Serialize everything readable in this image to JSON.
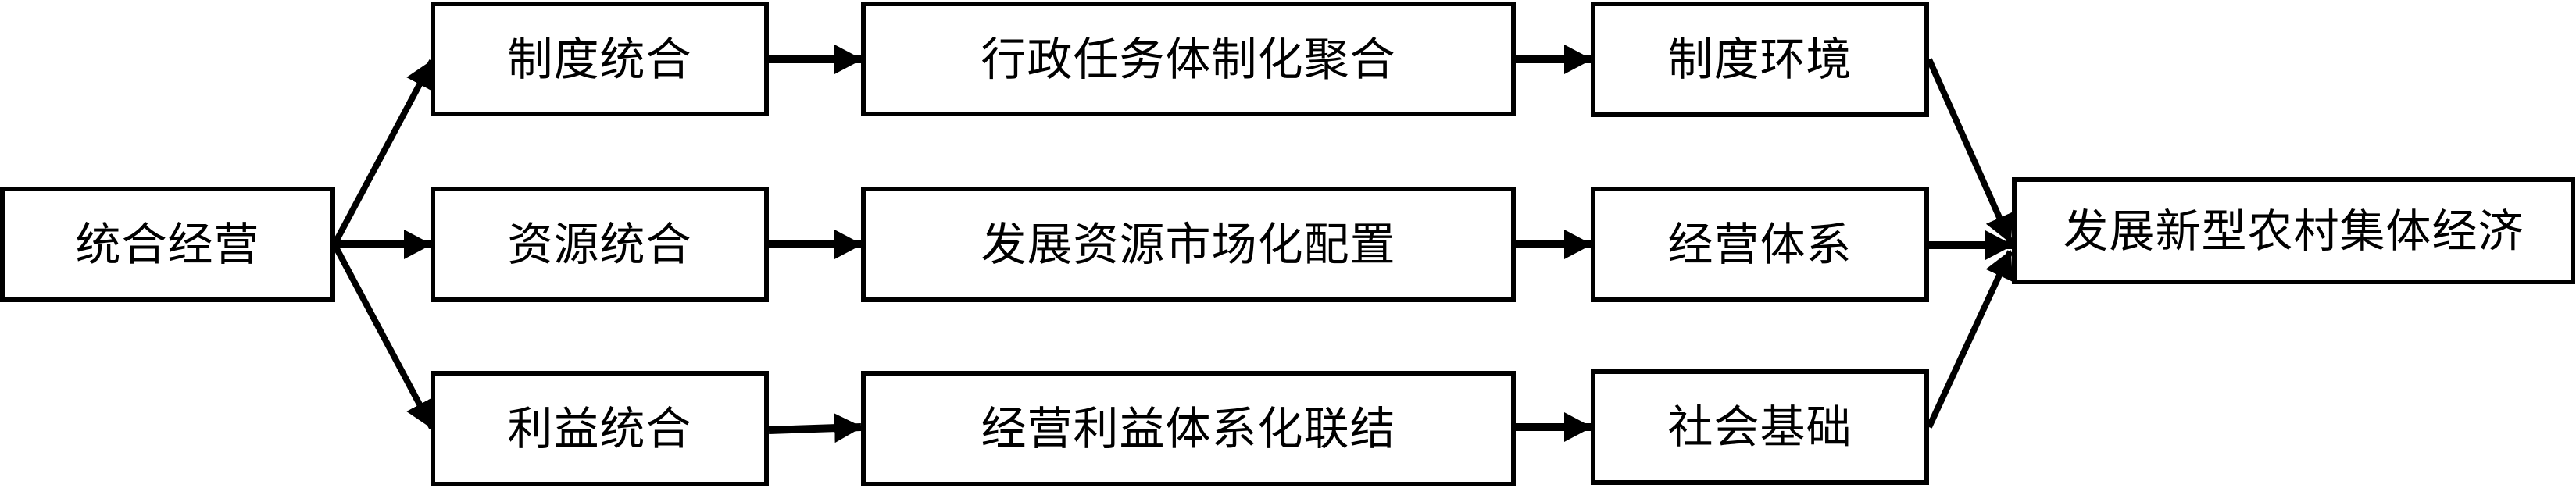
{
  "diagram": {
    "source": {
      "label": "统合经营"
    },
    "integrations": [
      {
        "label": "制度统合"
      },
      {
        "label": "资源统合"
      },
      {
        "label": "利益统合"
      }
    ],
    "mechanisms": [
      {
        "label": "行政任务体制化聚合"
      },
      {
        "label": "发展资源市场化配置"
      },
      {
        "label": "经营利益体系化联结"
      }
    ],
    "outcomes": [
      {
        "label": "制度环境"
      },
      {
        "label": "经营体系"
      },
      {
        "label": "社会基础"
      }
    ],
    "target": {
      "label": "发展新型农村集体经济"
    },
    "edges": [
      {
        "from": "统合经营",
        "to": "制度统合"
      },
      {
        "from": "统合经营",
        "to": "资源统合"
      },
      {
        "from": "统合经营",
        "to": "利益统合"
      },
      {
        "from": "制度统合",
        "to": "行政任务体制化聚合"
      },
      {
        "from": "资源统合",
        "to": "发展资源市场化配置"
      },
      {
        "from": "利益统合",
        "to": "经营利益体系化联结"
      },
      {
        "from": "行政任务体制化聚合",
        "to": "制度环境"
      },
      {
        "from": "发展资源市场化配置",
        "to": "经营体系"
      },
      {
        "from": "经营利益体系化联结",
        "to": "社会基础"
      },
      {
        "from": "制度环境",
        "to": "发展新型农村集体经济"
      },
      {
        "from": "经营体系",
        "to": "发展新型农村集体经济"
      },
      {
        "from": "社会基础",
        "to": "发展新型农村集体经济"
      }
    ],
    "colors": {
      "stroke": "#000000",
      "fill": "#ffffff",
      "text": "#000000"
    }
  }
}
